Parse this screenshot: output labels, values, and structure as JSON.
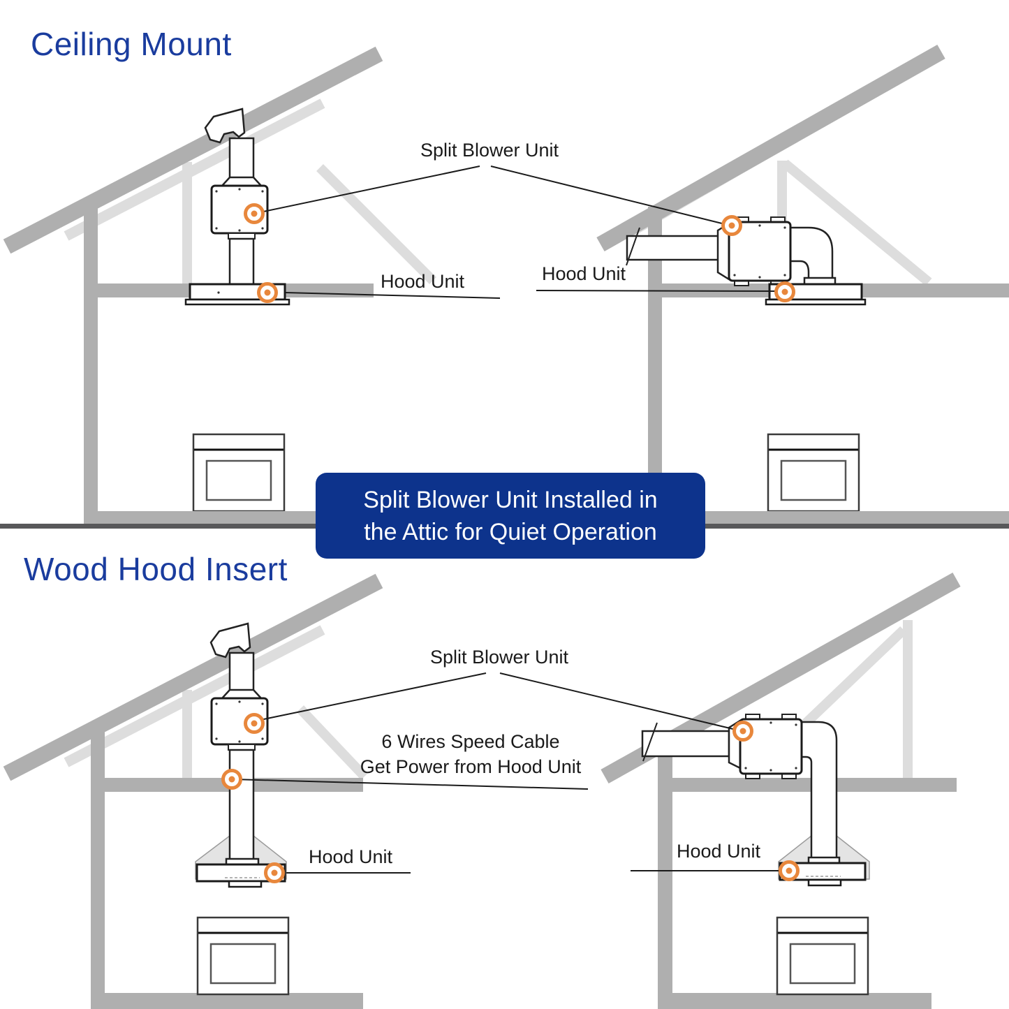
{
  "titles": {
    "ceiling_mount": "Ceiling Mount",
    "wood_hood_insert": "Wood Hood Insert"
  },
  "banner": {
    "line1": "Split Blower Unit Installed in",
    "line2": "the Attic for Quiet Operation"
  },
  "callouts": {
    "top": {
      "split_blower": "Split Blower Unit",
      "hood_left": "Hood Unit",
      "hood_right": "Hood Unit"
    },
    "bottom": {
      "split_blower": "Split Blower Unit",
      "cable_line1": "6 Wires Speed Cable",
      "cable_line2": "Get Power from Hood Unit",
      "hood_left": "Hood Unit",
      "hood_right": "Hood Unit"
    }
  },
  "colors": {
    "title_blue": "#1A3C9E",
    "banner_blue": "#0D338C",
    "accent_orange": "#E8873C",
    "structure_gray": "#AFAFAF",
    "truss_gray": "#DDDDDD",
    "divider_gray": "#58585A"
  }
}
